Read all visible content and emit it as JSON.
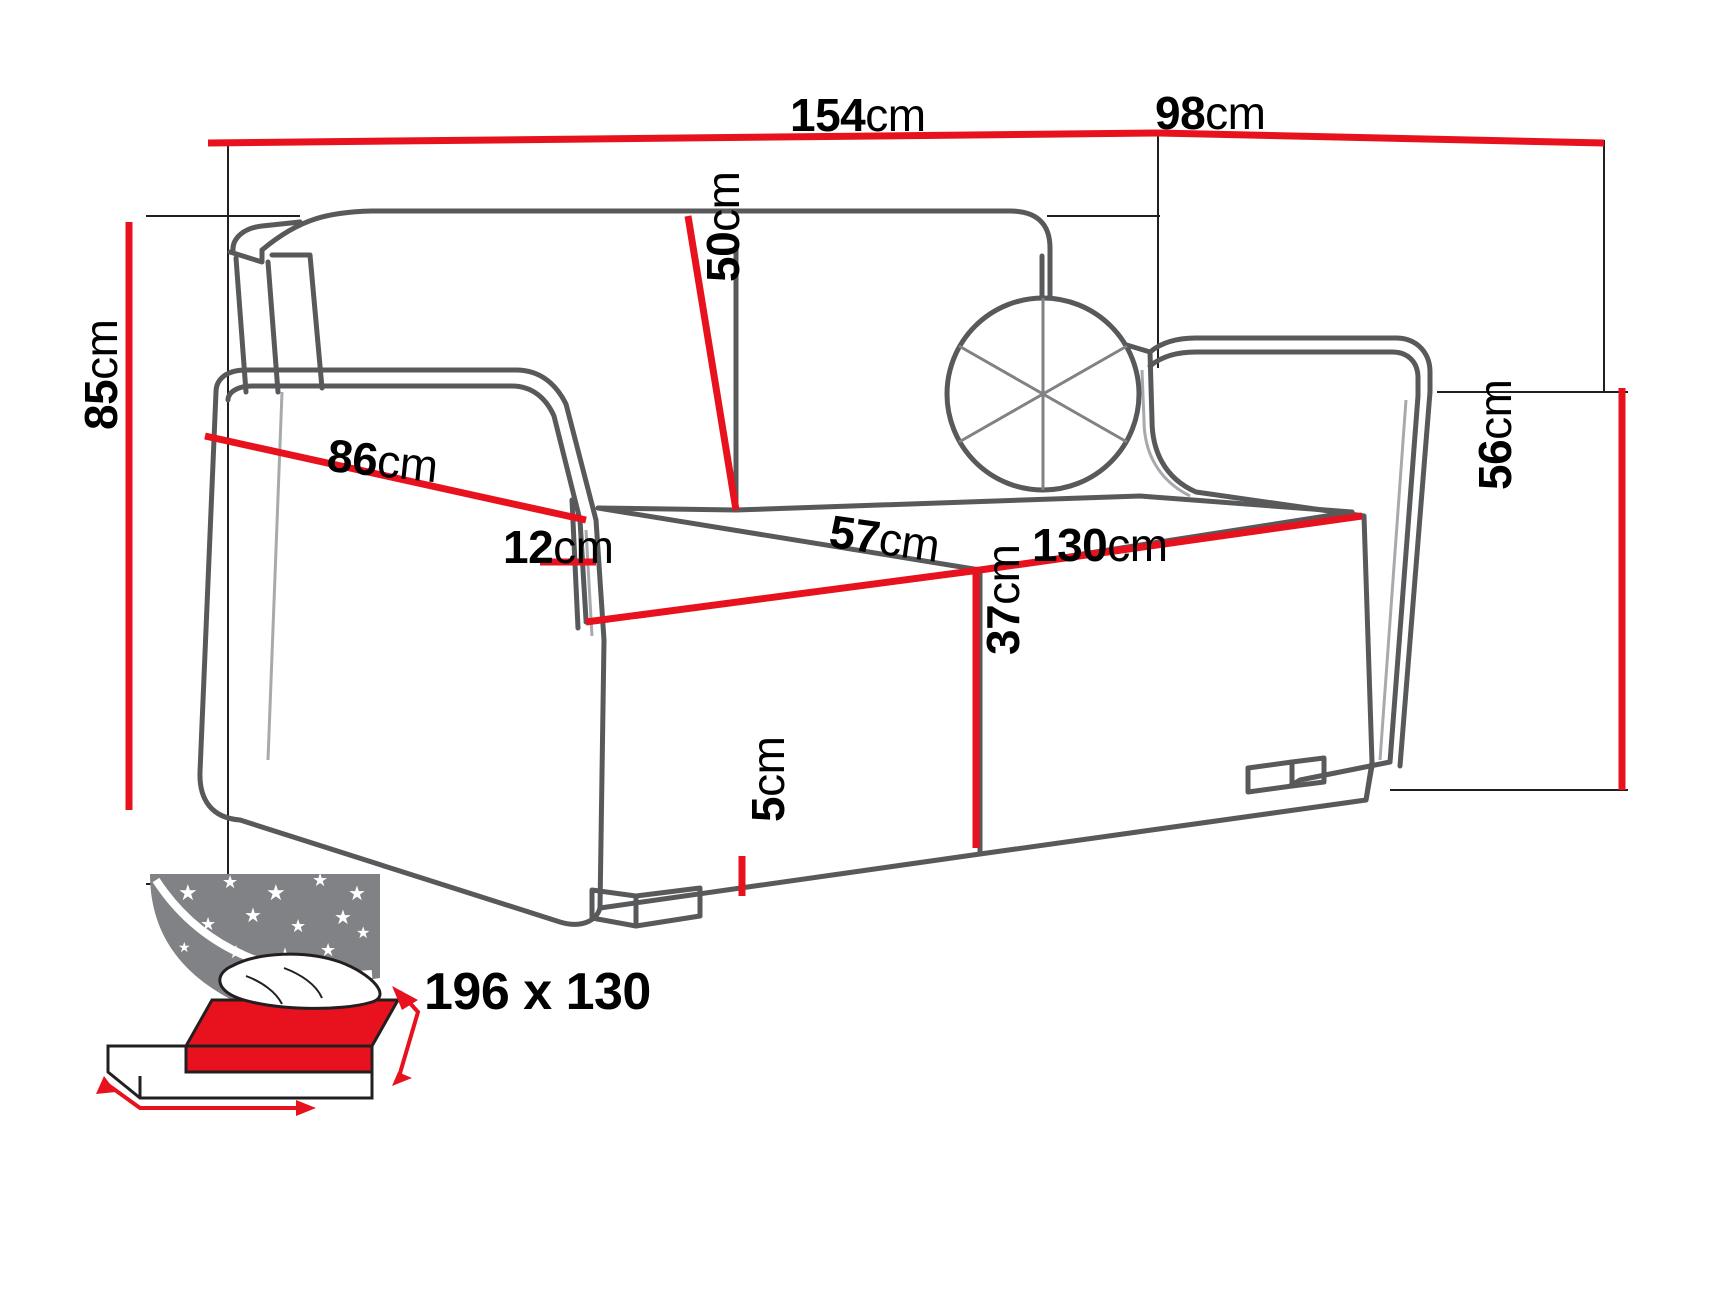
{
  "document": {
    "type": "furniture-dimension-diagram",
    "subject": "sofa bed",
    "background_color": "#ffffff",
    "dimension_line_color": "#e8111e",
    "outline_color": "#58595b",
    "leader_line_color": "#231f20",
    "text_color": "#000000"
  },
  "units": "cm",
  "dimensions": {
    "overall_width": {
      "value": "154",
      "unit": "cm",
      "name": "overall-width"
    },
    "overall_depth": {
      "value": "98",
      "unit": "cm",
      "name": "overall-depth"
    },
    "overall_height": {
      "value": "85",
      "unit": "cm",
      "name": "overall-height"
    },
    "arm_height": {
      "value": "56",
      "unit": "cm",
      "name": "arm-height"
    },
    "backrest_height": {
      "value": "50",
      "unit": "cm",
      "name": "backrest-height"
    },
    "arm_depth": {
      "value": "86",
      "unit": "cm",
      "name": "arm-depth"
    },
    "arm_width": {
      "value": "12",
      "unit": "cm",
      "name": "arm-width"
    },
    "seat_depth": {
      "value": "57",
      "unit": "cm",
      "name": "seat-depth"
    },
    "seat_width": {
      "value": "130",
      "unit": "cm",
      "name": "seat-width"
    },
    "seat_height": {
      "value": "37",
      "unit": "cm",
      "name": "seat-height"
    },
    "ground_clearance": {
      "value": "5",
      "unit": "cm",
      "name": "ground-clearance"
    }
  },
  "sleeping_area": {
    "label": "196 x 130",
    "name": "sleeping-area-size",
    "bedding_box_color": "#e8111e",
    "blanket_color": "#7a7a7a"
  }
}
